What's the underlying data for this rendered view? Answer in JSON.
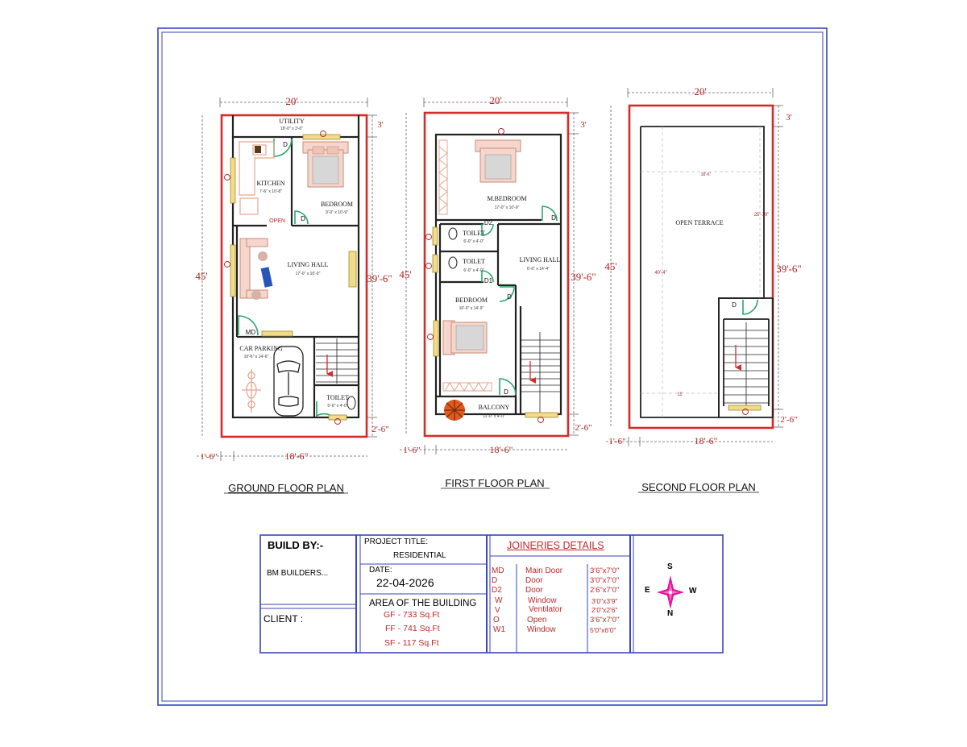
{
  "colors": {
    "frame": "#3a46b8",
    "wall": "#222222",
    "outer_wall": "#d62b2b",
    "dimension": "#555555",
    "dim_text": "#b02020",
    "furniture": "#e5a58f",
    "door_arc": "#2aa86a",
    "window": "#c7a93a",
    "compass": "#e0109a"
  },
  "plans": {
    "ground": {
      "title": "GROUND FLOOR PLAN",
      "width": "20'",
      "depth": "45'",
      "front_setback": "3'",
      "inner_depth": "39'-6\"",
      "rear_setback": "2'-6\"",
      "side_setback": "1'-6\"",
      "inner_width": "18'-6\"",
      "rooms": {
        "utility": "UTILITY",
        "utility_size": "18'-0\" x 3'-0\"",
        "kitchen": "KITCHEN",
        "kitchen_size": "7'-6\" x 10'-8\"",
        "bedroom": "BEDROOM",
        "bedroom_size": "9'-0\" x 10'-9\"",
        "open": "OPEN",
        "living": "LIVING HALL",
        "living_size": "17'-0\" x 10'-0\"",
        "parking": "CAR PARKING",
        "parking_size": "10'-6\" x 14'-6\"",
        "toilet": "TOILET",
        "toilet_size": "5'-0\" x 4'-0\"",
        "md": "MD",
        "d": "D"
      }
    },
    "first": {
      "title": "FIRST FLOOR PLAN",
      "width": "20'",
      "depth": "45'",
      "front_setback": "3'",
      "inner_depth": "39'-6\"",
      "rear_setback": "2'-6\"",
      "side_setback": "1'-6\"",
      "inner_width": "18'-6\"",
      "rooms": {
        "mbedroom": "M.BEDROOM",
        "mbedroom_size": "17'-0\" x 10'-9\"",
        "toilet": "TOILET",
        "toilet_size": "6'-0\" x 4'-0\"",
        "toilet2": "TOILET",
        "toilet2_size": "6'-0\" x 4'-0\"",
        "living": "LIVING HALL",
        "living_size": "6'-6\" x 14'-4\"",
        "bedroom": "BEDROOM",
        "bedroom_size": "10'-0\" x 14'-9\"",
        "balcony": "BALCONY",
        "balcony_size": "11'-0\" x 4'-0\"",
        "d": "D",
        "d1": "D1",
        "d2": "D2"
      }
    },
    "second": {
      "title": "SECOND FLOOR PLAN",
      "width": "20'",
      "depth": "45'",
      "front_setback": "3'",
      "inner_depth": "39'-6\"",
      "rear_setback": "2'-6\"",
      "side_setback": "1'-6\"",
      "inner_width": "18'-6\"",
      "rooms": {
        "terrace": "OPEN TERRACE",
        "dim_width": "18'-6\"",
        "dim_height": "25'-10\"",
        "dim_side": "40'-4\"",
        "dim_stair": "11'",
        "d": "D"
      }
    }
  },
  "title_block": {
    "build_by_label": "BUILD BY:-",
    "build_by_value": "BM BUILDERS...",
    "client_label": "CLIENT :",
    "project_title_label": "PROJECT TITLE:",
    "project_title_value": "RESIDENTIAL",
    "date_label": "DATE:",
    "date_value": "22-04-2026",
    "area_label": "AREA OF THE BUILDING",
    "areas": [
      "GF - 733 Sq.Ft",
      "FF - 741 Sq.Ft",
      "SF - 117 Sq.Ft"
    ],
    "joineries_title": "JOINERIES DETAILS",
    "joineries": [
      {
        "code": "MD",
        "name": "Main Door",
        "size": "3'6\"x7'0\""
      },
      {
        "code": "D",
        "name": "Door",
        "size": "3'0\"x7'0\""
      },
      {
        "code": "D2",
        "name": "Door",
        "size": "2'6\"x7'0\""
      },
      {
        "code": "W",
        "name": "Window",
        "size": "3'0\"x3'9\""
      },
      {
        "code": "V",
        "name": "Ventilator",
        "size": "2'0\"x2'6\""
      },
      {
        "code": "O",
        "name": "Open",
        "size": "3'6\"x7'0\""
      },
      {
        "code": "W1",
        "name": "Window",
        "size": "5'0\"x6'0\""
      }
    ],
    "compass": {
      "s": "S",
      "n": "N",
      "e": "E",
      "w": "W"
    }
  }
}
